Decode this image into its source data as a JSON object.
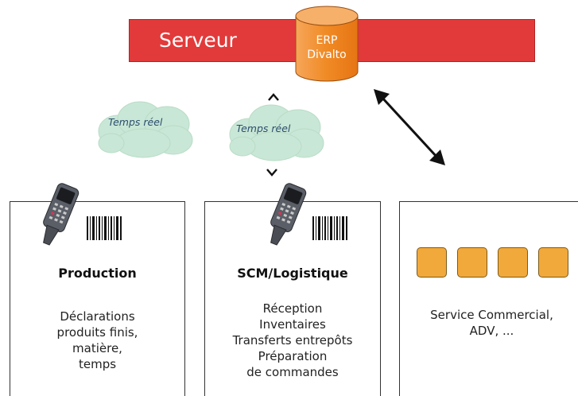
{
  "server": {
    "label": "Serveur"
  },
  "database": {
    "line1": "ERP",
    "line2": "Divalto"
  },
  "clouds": [
    {
      "label": "Temps réel"
    },
    {
      "label": "Temps réel"
    }
  ],
  "panels": [
    {
      "title": "Production",
      "lines": [
        "Déclarations",
        "produits finis,",
        "matière,",
        "temps"
      ]
    },
    {
      "title": "SCM/Logistique",
      "lines": [
        "Réception",
        "Inventaires",
        "Transferts entrepôts",
        "Préparation",
        "de commandes"
      ]
    },
    {
      "title": "",
      "lines": [
        "Service Commercial,",
        "ADV, ..."
      ]
    }
  ],
  "colors": {
    "server_bar": "#e23a3a",
    "database": "#f08a24",
    "cloud": "#c9e7d6",
    "squares": "#f2a93b"
  },
  "icons": [
    "handheld-scanner-icon",
    "barcode-icon",
    "cloud-icon",
    "database-icon",
    "module-square-icon"
  ]
}
